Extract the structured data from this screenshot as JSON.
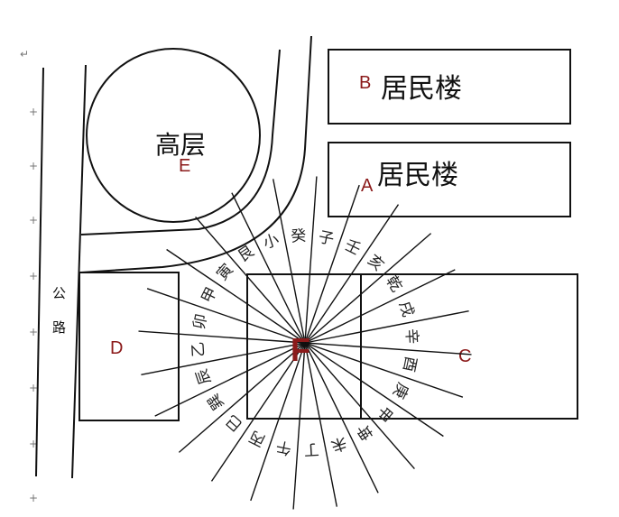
{
  "buildings": {
    "residential_b": {
      "label": "居民楼",
      "tag": "B"
    },
    "residential_a": {
      "label": "居民楼",
      "tag": "A"
    },
    "highrise": {
      "label": "高层",
      "tag": "E"
    },
    "building_c": {
      "tag": "C"
    },
    "building_d": {
      "tag": "D"
    },
    "center": {
      "tag": "F"
    }
  },
  "road": {
    "label_1": "公",
    "label_2": "路"
  },
  "directions": [
    "小",
    "癸",
    "子",
    "壬",
    "亥",
    "乾",
    "戌",
    "辛",
    "酉",
    "庚",
    "申",
    "坤",
    "未",
    "丁",
    "午",
    "丙",
    "巳",
    "巽",
    "辰",
    "乙",
    "卯",
    "甲",
    "寅",
    "艮"
  ],
  "margin_marks": {
    "enter": "↵",
    "dot": "+"
  },
  "colors": {
    "letter": "#8b1a1a",
    "line": "#111111"
  }
}
